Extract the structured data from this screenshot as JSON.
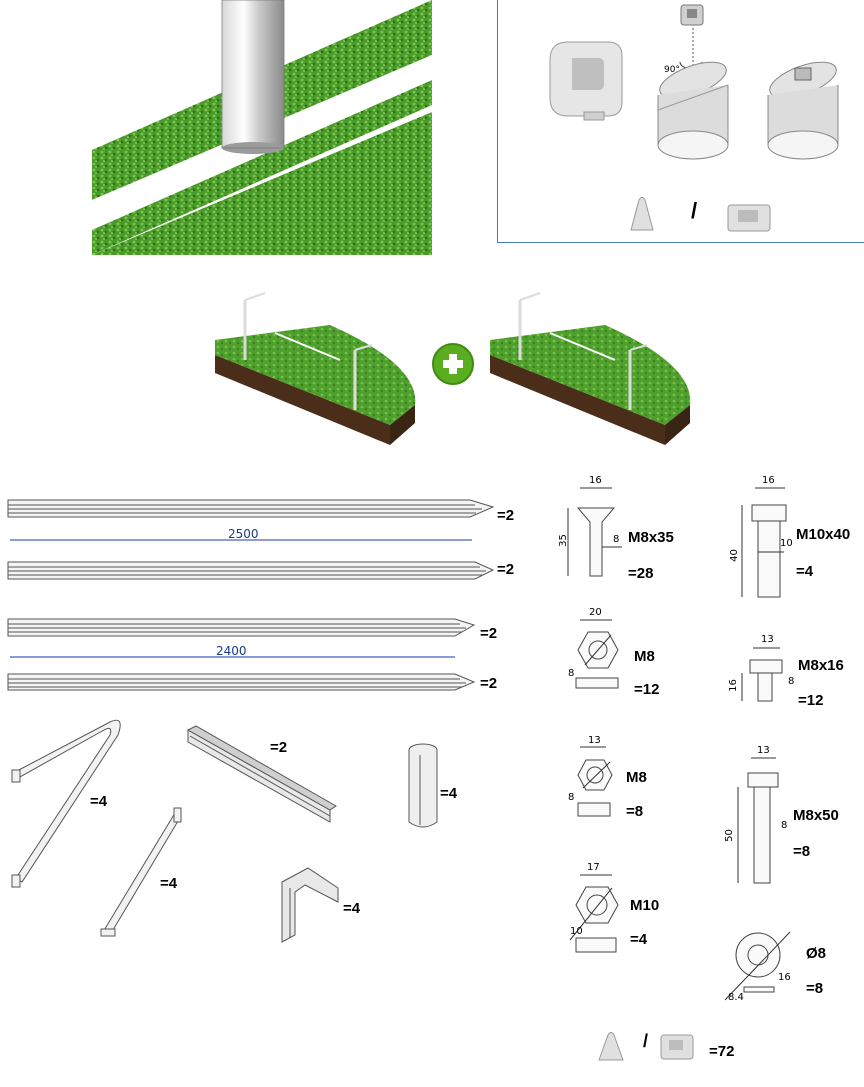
{
  "top_detail": {
    "angle_label": "90°",
    "separator": "/"
  },
  "lengths": [
    {
      "label": "2500",
      "qty": "=2",
      "qty2": "=2"
    },
    {
      "label": "2400",
      "qty": "=2",
      "qty2": "=2"
    }
  ],
  "parts": {
    "long_brace_qty": "=4",
    "short_brace_qty": "=4",
    "rail_qty": "=2",
    "tube_qty": "=4",
    "corner_qty": "=4"
  },
  "hardware": {
    "m8x35": {
      "name": "M8x35",
      "qty": "=28",
      "head": "16",
      "len": "35",
      "dia": "8"
    },
    "m10x40": {
      "name": "M10x40",
      "qty": "=4",
      "head": "16",
      "len": "40",
      "dia": "10"
    },
    "m8nut20": {
      "name": "M8",
      "qty": "=12",
      "width": "20",
      "dia": "8"
    },
    "m8x16": {
      "name": "M8x16",
      "qty": "=12",
      "head": "13",
      "len": "16",
      "dia": "8"
    },
    "m8nut13": {
      "name": "M8",
      "qty": "=8",
      "width": "13",
      "dia": "8"
    },
    "m8x50": {
      "name": "M8x50",
      "qty": "=8",
      "head": "13",
      "len": "50",
      "dia": "8"
    },
    "m10nut": {
      "name": "M10",
      "qty": "=4",
      "width": "17",
      "dia": "10"
    },
    "washer": {
      "name": "Ø8",
      "qty": "=8",
      "inner": "8.4",
      "outer": "16"
    },
    "clips": {
      "separator": "/",
      "qty": "=72"
    }
  }
}
